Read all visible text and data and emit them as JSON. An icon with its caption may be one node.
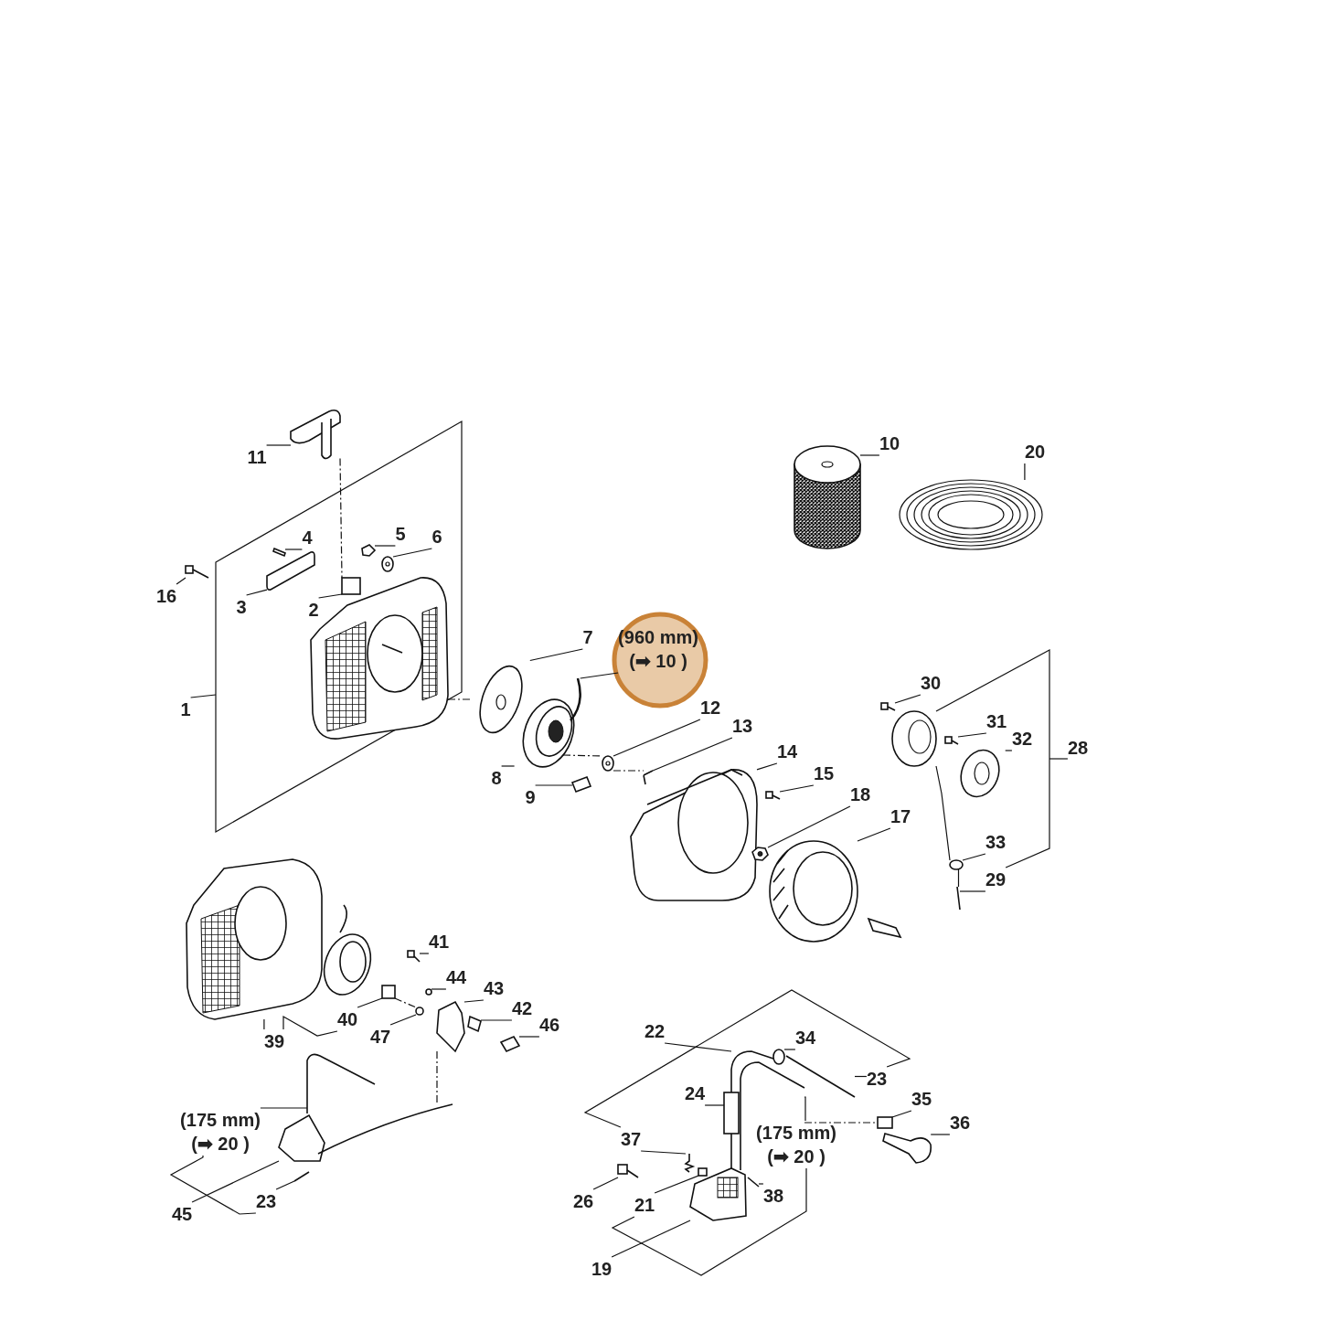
{
  "diagram": {
    "nodes": [
      {
        "text": [
          "11"
        ]
      },
      {
        "text": [
          "10"
        ]
      },
      {
        "text": [
          "20"
        ]
      },
      {
        "text": [
          "4"
        ]
      },
      {
        "text": [
          "5"
        ]
      },
      {
        "text": [
          "6"
        ]
      },
      {
        "text": [
          "16"
        ]
      },
      {
        "text": [
          "3"
        ]
      },
      {
        "text": [
          "2"
        ]
      },
      {
        "text": [
          "7"
        ]
      },
      {
        "text": [
          "(960 mm)",
          "(➡ 10 )"
        ]
      },
      {
        "text": [
          "30"
        ]
      },
      {
        "text": [
          "12"
        ]
      },
      {
        "text": [
          "1"
        ]
      },
      {
        "text": [
          "31"
        ]
      },
      {
        "text": [
          "13"
        ]
      },
      {
        "text": [
          "32"
        ]
      },
      {
        "text": [
          "28"
        ]
      },
      {
        "text": [
          "14"
        ]
      },
      {
        "text": [
          "15"
        ]
      },
      {
        "text": [
          "8"
        ]
      },
      {
        "text": [
          "18"
        ]
      },
      {
        "text": [
          "9"
        ]
      },
      {
        "text": [
          "17"
        ]
      },
      {
        "text": [
          "33"
        ]
      },
      {
        "text": [
          "29"
        ]
      },
      {
        "text": [
          "41"
        ]
      },
      {
        "text": [
          "44"
        ]
      },
      {
        "text": [
          "43"
        ]
      },
      {
        "text": [
          "42"
        ]
      },
      {
        "text": [
          "40"
        ]
      },
      {
        "text": [
          "46"
        ]
      },
      {
        "text": [
          "22"
        ]
      },
      {
        "text": [
          "47"
        ]
      },
      {
        "text": [
          "34"
        ]
      },
      {
        "text": [
          "39"
        ]
      },
      {
        "text": [
          "23"
        ]
      },
      {
        "text": [
          "24"
        ]
      },
      {
        "text": [
          "35"
        ]
      },
      {
        "text": [
          "(175 mm)",
          "(➡ 20 )"
        ]
      },
      {
        "text": [
          "36"
        ]
      },
      {
        "text": [
          "37"
        ]
      },
      {
        "text": [
          "(175 mm)",
          "(➡ 20 )"
        ]
      },
      {
        "text": [
          "26"
        ]
      },
      {
        "text": [
          "23"
        ]
      },
      {
        "text": [
          "21"
        ]
      },
      {
        "text": [
          "38"
        ]
      },
      {
        "text": [
          "45"
        ]
      },
      {
        "text": [
          "19"
        ]
      },
      {
        "text": [],
        "shape": "picture"
      },
      {
        "text": [],
        "shape": "cylinder"
      },
      {
        "text": [],
        "shape": "picture"
      },
      {
        "text": [],
        "shape": "picture"
      },
      {
        "text": [],
        "shape": "picture"
      },
      {
        "text": [],
        "shape": "picture"
      },
      {
        "text": [],
        "shape": "picture"
      },
      {
        "text": [],
        "shape": "picture"
      },
      {
        "text": [],
        "shape": "box"
      },
      {
        "text": [],
        "shape": "picture"
      },
      {
        "text": [],
        "shape": "picture"
      },
      {
        "text": [],
        "shape": "picture"
      },
      {
        "text": [],
        "shape": "picture"
      },
      {
        "text": [],
        "shape": "picture"
      },
      {
        "text": [],
        "shape": "picture"
      },
      {
        "text": [],
        "shape": "picture"
      },
      {
        "text": [],
        "shape": "picture"
      },
      {
        "text": [],
        "shape": "picture"
      },
      {
        "text": [],
        "shape": "picture"
      },
      {
        "text": [],
        "shape": "picture"
      },
      {
        "text": [],
        "shape": "picture"
      },
      {
        "text": [],
        "shape": "picture"
      },
      {
        "text": [],
        "shape": "picture"
      },
      {
        "text": [],
        "shape": "circle"
      },
      {
        "text": [],
        "shape": "picture"
      },
      {
        "text": [],
        "shape": "picture"
      },
      {
        "text": [],
        "shape": "circle"
      },
      {
        "text": [],
        "shape": "picture"
      },
      {
        "text": [],
        "shape": "picture"
      },
      {
        "text": [],
        "shape": "box"
      },
      {
        "text": [],
        "shape": "picture"
      },
      {
        "text": [],
        "shape": "picture"
      },
      {
        "text": [],
        "shape": "circle"
      },
      {
        "text": [],
        "shape": "picture"
      },
      {
        "text": [],
        "shape": "picture"
      },
      {
        "text": [],
        "shape": "picture"
      },
      {
        "text": [],
        "shape": "box"
      },
      {
        "text": [],
        "shape": "box"
      },
      {
        "text": [],
        "shape": "picture"
      },
      {
        "text": [],
        "shape": "picture"
      },
      {
        "text": [],
        "shape": "picture"
      },
      {
        "text": [],
        "shape": "picture"
      },
      {
        "text": [],
        "shape": "picture"
      },
      {
        "text": [],
        "shape": "picture"
      },
      {
        "text": [],
        "shape": "box"
      },
      {
        "text": [],
        "shape": "picture"
      },
      {
        "text": [],
        "shape": "picture"
      },
      {
        "text": [],
        "shape": "picture"
      },
      {
        "text": [],
        "shape": "picture"
      }
    ],
    "edges": [
      {
        "from": 0,
        "to": 49,
        "arrow": "none"
      },
      {
        "from": 1,
        "to": 50,
        "arrow": "none"
      },
      {
        "from": 2,
        "to": 51,
        "arrow": "none"
      },
      {
        "from": 3,
        "to": 52,
        "arrow": "none"
      },
      {
        "from": 4,
        "to": 53,
        "arrow": "none"
      },
      {
        "from": 5,
        "to": 54,
        "arrow": "none"
      },
      {
        "from": 6,
        "to": 55,
        "arrow": "none"
      },
      {
        "from": 7,
        "to": 56,
        "arrow": "none"
      },
      {
        "from": 8,
        "to": 57,
        "arrow": "none"
      },
      {
        "from": 9,
        "to": 58,
        "arrow": "none"
      },
      {
        "from": 10,
        "to": 59,
        "arrow": "none"
      },
      {
        "from": 11,
        "to": 60,
        "arrow": "none"
      },
      {
        "from": 12,
        "to": 61,
        "arrow": "none"
      },
      {
        "from": 13,
        "to": null,
        "arrow": "none"
      },
      {
        "from": 14,
        "to": 63,
        "arrow": "none"
      },
      {
        "from": 15,
        "to": 64,
        "arrow": "none"
      },
      {
        "from": 16,
        "to": 65,
        "arrow": "none"
      },
      {
        "from": 17,
        "to": null,
        "arrow": "none"
      },
      {
        "from": 18,
        "to": 66,
        "arrow": "none"
      },
      {
        "from": 19,
        "to": 67,
        "arrow": "none"
      },
      {
        "from": 20,
        "to": 68,
        "arrow": "none"
      },
      {
        "from": 21,
        "to": 69,
        "arrow": "none"
      },
      {
        "from": 22,
        "to": 70,
        "arrow": "none"
      },
      {
        "from": 23,
        "to": 71,
        "arrow": "none"
      },
      {
        "from": 24,
        "to": 72,
        "arrow": "none"
      },
      {
        "from": 25,
        "to": 73,
        "arrow": "none"
      },
      {
        "from": 26,
        "to": 74,
        "arrow": "none"
      },
      {
        "from": 27,
        "to": 75,
        "arrow": "none"
      },
      {
        "from": 28,
        "to": 76,
        "arrow": "none"
      },
      {
        "from": 29,
        "to": 77,
        "arrow": "none"
      },
      {
        "from": 30,
        "to": 78,
        "arrow": "none"
      },
      {
        "from": 31,
        "to": 79,
        "arrow": "none"
      },
      {
        "from": 32,
        "to": 80,
        "arrow": "none"
      },
      {
        "from": 33,
        "to": 81,
        "arrow": "none"
      },
      {
        "from": 34,
        "to": 82,
        "arrow": "none"
      },
      {
        "from": 35,
        "to": 83,
        "arrow": "none"
      },
      {
        "from": 36,
        "to": 84,
        "arrow": "none"
      },
      {
        "from": 37,
        "to": 85,
        "arrow": "none"
      },
      {
        "from": 38,
        "to": 86,
        "arrow": "none"
      },
      {
        "from": 39,
        "to": 87,
        "arrow": "none"
      },
      {
        "from": 40,
        "to": 88,
        "arrow": "none"
      },
      {
        "from": 41,
        "to": 89,
        "arrow": "none"
      },
      {
        "from": 42,
        "to": 90,
        "arrow": "none"
      },
      {
        "from": 43,
        "to": 91,
        "arrow": "none"
      },
      {
        "from": 44,
        "to": 92,
        "arrow": "none"
      },
      {
        "from": 45,
        "to": 93,
        "arrow": "none"
      },
      {
        "from": 46,
        "to": 94,
        "arrow": "none"
      },
      {
        "from": 47,
        "to": 95,
        "arrow": "none"
      },
      {
        "from": 48,
        "to": 96,
        "arrow": "none"
      },
      {
        "from": 35,
        "to": 30,
        "arrow": "none"
      },
      {
        "from": 39,
        "to": 44,
        "arrow": "none"
      },
      {
        "from": 41,
        "to": 36,
        "arrow": "none"
      },
      {
        "from": 45,
        "to": 42,
        "arrow": "none"
      },
      {
        "from": 62,
        "to": 25,
        "arrow": "none"
      },
      {
        "from": 49,
        "to": 57,
        "arrow": "none",
        "style": "dashed"
      },
      {
        "from": 97,
        "to": 58,
        "arrow": "none",
        "style": "dashed"
      },
      {
        "from": 68,
        "to": 61,
        "arrow": "none",
        "style": "dashed"
      },
      {
        "from": 61,
        "to": 64,
        "arrow": "none",
        "style": "dashed"
      },
      {
        "from": 78,
        "to": 81,
        "arrow": "none",
        "style": "dashed"
      },
      {
        "from": 76,
        "to": 95,
        "arrow": "none",
        "style": "dashed"
      },
      {
        "from": 90,
        "to": 86,
        "arrow": "none",
        "style": "dashed"
      },
      {
        "from": 62,
        "to": 72,
        "arrow": "none"
      },
      {
        "from": 72,
        "to": 73,
        "arrow": "none"
      }
    ]
  }
}
